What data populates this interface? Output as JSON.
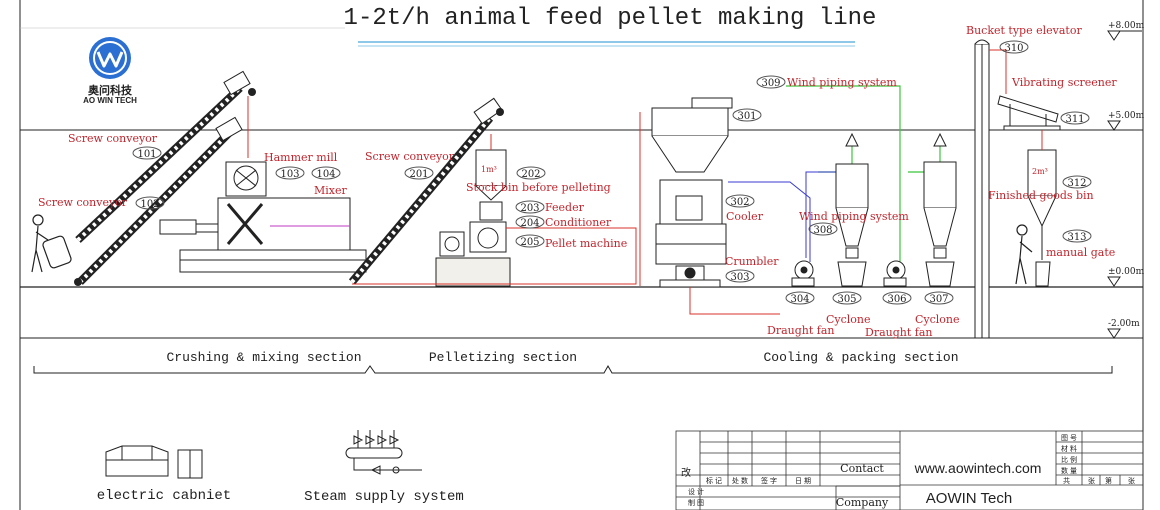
{
  "title": "1-2t/h animal feed pellet making line",
  "logo": {
    "cn": "奥问科技",
    "en": "AO WIN TECH",
    "icon": "aowin-logo-icon",
    "color": "#2a6fd1"
  },
  "colors": {
    "label": "#c0262e",
    "line": "#222222",
    "wind_pipe": "#3cc43c",
    "steam_pipe": "#d8322a",
    "blue_pipe": "#3a3ad0",
    "mixer_line": "#c03ac0",
    "title_underline": "#8ec8e8"
  },
  "levels": {
    "l8": "+8.00m",
    "l5": "+5.00m",
    "l0": "±0.00m",
    "lm2": "-2.00m"
  },
  "equipment": {
    "e101": {
      "num": "101",
      "name": "Screw conveyor"
    },
    "e102": {
      "num": "102",
      "name": "Screw conveyor"
    },
    "e103": {
      "num": "103",
      "name": "Hammer mill"
    },
    "e104": {
      "num": "104",
      "name": "Mixer"
    },
    "e201": {
      "num": "201",
      "name": "Screw conveyor"
    },
    "e202": {
      "num": "202",
      "name": "Stock bin before pelleting"
    },
    "e203": {
      "num": "203",
      "name": "Feeder"
    },
    "e204": {
      "num": "204",
      "name": "Conditioner"
    },
    "e205": {
      "num": "205",
      "name": "Pellet machine"
    },
    "e301": {
      "num": "301"
    },
    "e302": {
      "num": "302",
      "name": "Cooler"
    },
    "e303": {
      "num": "303",
      "name": "Crumbler"
    },
    "e304": {
      "num": "304",
      "name": "Draught fan"
    },
    "e305": {
      "num": "305",
      "name": "Cyclone"
    },
    "e306": {
      "num": "306",
      "name": "Draught fan"
    },
    "e307": {
      "num": "307",
      "name": "Cyclone"
    },
    "e308": {
      "num": "308",
      "name": "Wind piping system"
    },
    "e309": {
      "num": "309",
      "name": "Wind piping system"
    },
    "e310": {
      "num": "310",
      "name": "Bucket type elevator"
    },
    "e311": {
      "num": "311",
      "name": "Vibrating screener"
    },
    "e312": {
      "num": "312",
      "name": "Finished goods bin"
    },
    "e313": {
      "num": "313",
      "name": "manual gate"
    }
  },
  "bins": {
    "stock": "1m³",
    "finished": "2m³"
  },
  "sections": {
    "crushing": "Crushing & mixing section",
    "pelletizing": "Pelletizing section",
    "cooling": "Cooling & packing section"
  },
  "legend": {
    "electric": "electric cabniet",
    "steam": "Steam supply system"
  },
  "title_block": {
    "gai": "改",
    "header_cells": [
      "标 记",
      "处 数",
      "签 字",
      "日 期"
    ],
    "design": "设 计",
    "draw": "制 图",
    "contact_label": "Contact",
    "contact_value": "www.aowintech.com",
    "company_label": "Company",
    "company_value": "AOWIN Tech",
    "right_cells": [
      "图 号",
      "材 料",
      "比 例",
      "数 量"
    ],
    "sheet_cells": [
      "共",
      "张",
      "第",
      "张"
    ]
  }
}
